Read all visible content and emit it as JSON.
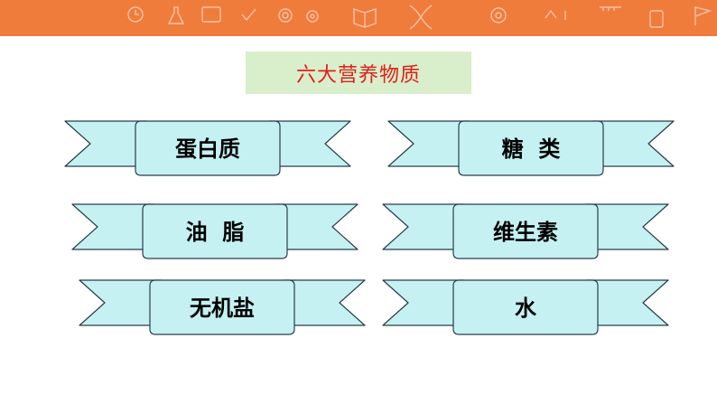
{
  "header": {
    "icon_names": [
      "clock-icon",
      "flask-icon",
      "tablet-icon",
      "check-icon",
      "math-icon",
      "atom-icon",
      "book-icon",
      "dna-icon",
      "gear-icon",
      "ruler-icon",
      "calculator-icon",
      "flag-icon"
    ]
  },
  "title": "六大营养物质",
  "ribbons": [
    {
      "label": "蛋白质"
    },
    {
      "label": "糖  类"
    },
    {
      "label": "油  脂"
    },
    {
      "label": "维生素"
    },
    {
      "label": "无机盐"
    },
    {
      "label": "水"
    }
  ],
  "colors": {
    "header": "#f07c3c",
    "title_bg": "#d9eecb",
    "title_text": "#e0201b",
    "ribbon_fill": "#c5f1f3",
    "ribbon_fold": "#8fcfd3",
    "ribbon_stroke": "#2a3d4a"
  }
}
